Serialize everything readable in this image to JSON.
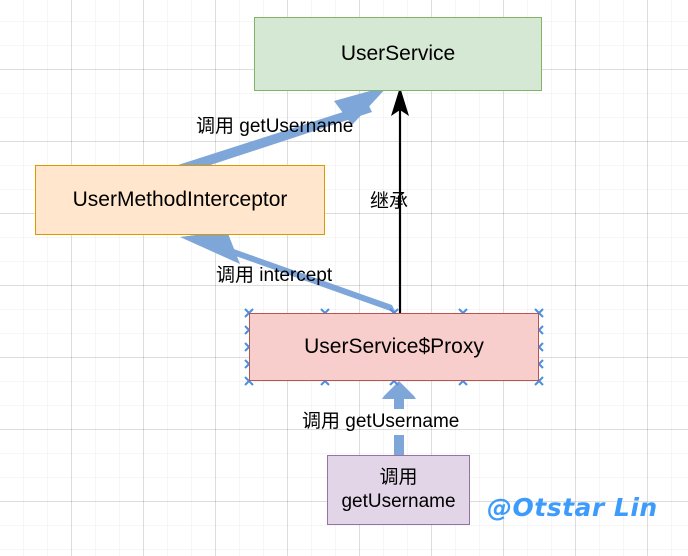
{
  "diagram": {
    "title_watermark": "@Otstar Lin",
    "background": "grid-canvas",
    "colors": {
      "green_fill": "#d5e8d4",
      "green_stroke": "#82b366",
      "orange_fill": "#ffe6cc",
      "orange_stroke": "#d79b00",
      "pink_fill": "#f8cecc",
      "pink_stroke": "#b85450",
      "purple_fill": "#e1d5e7",
      "purple_stroke": "#9673a6",
      "blue_arrow": "#7ea6d9",
      "black_arrow": "#000000",
      "watermark": "#3d9bfb",
      "selection_handle": "#4a90e2"
    },
    "nodes": [
      {
        "id": "userservice",
        "label": "UserService"
      },
      {
        "id": "interceptor",
        "label": "UserMethodInterceptor"
      },
      {
        "id": "proxy",
        "label": "UserService$Proxy",
        "selected": true
      },
      {
        "id": "caller",
        "label_line1": "调用",
        "label_line2": "getUsername"
      }
    ],
    "edges": [
      {
        "id": "interceptor-to-userservice",
        "label": "调用 getUsername",
        "style": "blue-tapered-arrow",
        "from": "interceptor",
        "to": "userservice"
      },
      {
        "id": "proxy-to-interceptor",
        "label": "调用 intercept",
        "style": "blue-tapered-arrow",
        "from": "proxy",
        "to": "interceptor"
      },
      {
        "id": "proxy-to-userservice",
        "label": "继承",
        "style": "black-line-arrow",
        "from": "proxy",
        "to": "userservice"
      },
      {
        "id": "caller-to-proxy",
        "label": "调用 getUsername",
        "style": "blue-tapered-arrow",
        "from": "caller",
        "to": "proxy"
      }
    ]
  }
}
